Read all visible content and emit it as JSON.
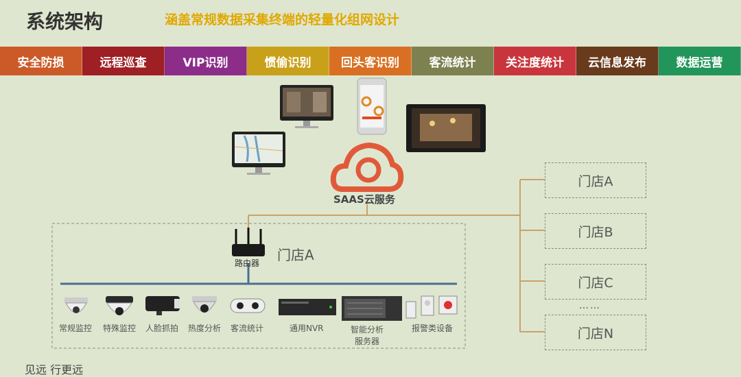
{
  "title": "系统架构",
  "subtitle": "涵盖常规数据采集终端的轻量化组网设计",
  "features": [
    {
      "label": "安全防损",
      "color": "#cc5a28"
    },
    {
      "label": "远程巡查",
      "color": "#9e1f24"
    },
    {
      "label": "VIP识别",
      "color": "#8c2d8a"
    },
    {
      "label": "惯偷识别",
      "color": "#c9a019"
    },
    {
      "label": "回头客识别",
      "color": "#d96f22"
    },
    {
      "label": "客流统计",
      "color": "#7d8150"
    },
    {
      "label": "关注度统计",
      "color": "#c9353c"
    },
    {
      "label": "云信息发布",
      "color": "#6a3a1c"
    },
    {
      "label": "数据运营",
      "color": "#21955a"
    }
  ],
  "cloud": {
    "label": "SAAS云服务"
  },
  "router": {
    "label": "路由器"
  },
  "local_store": {
    "label": "门店A"
  },
  "devices": {
    "regular_cam": "常规监控",
    "special_cam": "特殊监控",
    "face_cam": "人脸抓拍",
    "heat_cam": "热度分析",
    "counter": "客流统计",
    "nvr": "通用NVR",
    "server_line1": "智能分析",
    "server_line2": "服务器",
    "alarm": "报警类设备"
  },
  "stores": [
    "门店A",
    "门店B",
    "门店C",
    "门店N"
  ],
  "stores_ellipsis": "……",
  "footer": "见远 行更远"
}
